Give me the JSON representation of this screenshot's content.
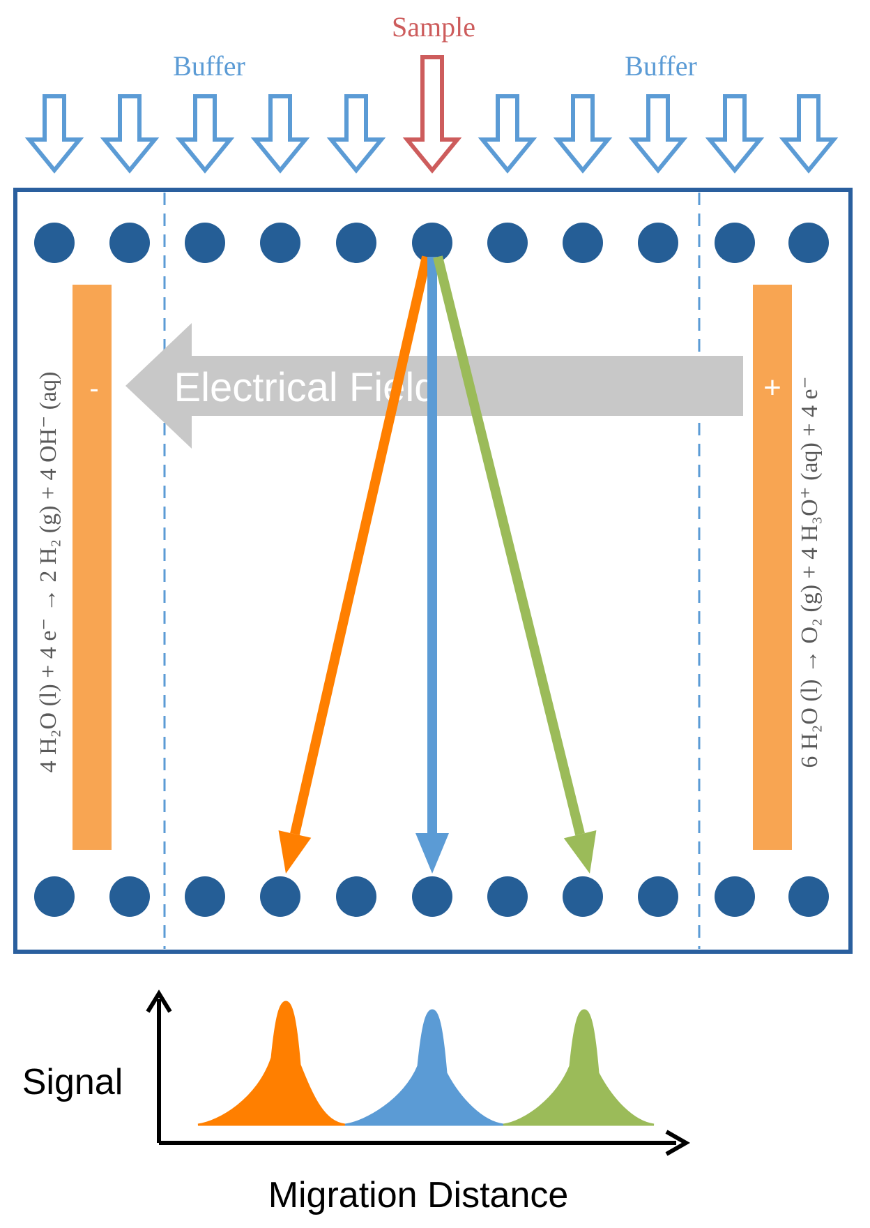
{
  "labels": {
    "sample": "Sample",
    "buffer_left": "Buffer",
    "buffer_right": "Buffer",
    "field": "Electrical Field",
    "cathode_sign": "-",
    "anode_sign": "+",
    "signal_axis": "Signal",
    "distance_axis": "Migration Distance"
  },
  "reactions": {
    "cathode": "4 H₂O (l) + 4 e⁻ → 2 H₂ (g) + 4 OH⁻ (aq)",
    "anode": "6 H₂O (l) → O₂ (g) + 4 H₃O⁺ (aq) + 4 e⁻"
  },
  "inlets": {
    "count": 11,
    "sample_inlet_number": 6
  },
  "outlets": {
    "count": 11
  },
  "fractions": [
    {
      "name": "orange",
      "color": "#ff7f00",
      "from_inlet": 6,
      "to_outlet": 4
    },
    {
      "name": "blue",
      "color": "#5b9bd5",
      "from_inlet": 6,
      "to_outlet": 6
    },
    {
      "name": "green",
      "color": "#9bbb59",
      "from_inlet": 6,
      "to_outlet": 8
    }
  ],
  "colors": {
    "buffer": "#5b9bd5",
    "sample": "#cd5c5c",
    "chamber": "#2a5f9e",
    "dot": "#255e96",
    "electrode": "#f8a552",
    "field_arrow": "#c8c8c8",
    "reaction_text": "#595959"
  },
  "icons": {
    "inlet": "hollow-down-arrow-icon",
    "outlet": "filled-circle-icon",
    "field": "left-arrow-icon"
  }
}
